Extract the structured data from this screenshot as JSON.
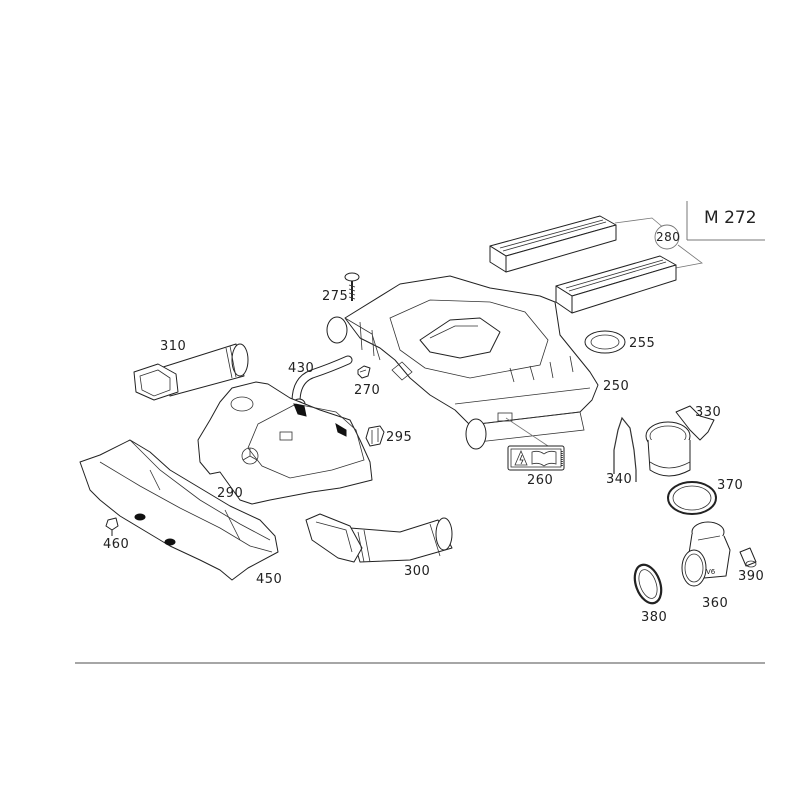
{
  "diagram": {
    "model_code": "M 272",
    "part_labels": {
      "p250": "250",
      "p255": "255",
      "p260": "260",
      "p270": "270",
      "p275": "275",
      "p280": "280",
      "p290": "290",
      "p295": "295",
      "p300": "300",
      "p310": "310",
      "p330": "330",
      "p340": "340",
      "p360": "360",
      "p370": "370",
      "p380": "380",
      "p390": "390",
      "p430": "430",
      "p450": "450",
      "p460": "460"
    },
    "parts": [
      {
        "number": "250",
        "name": "air-filter-housing"
      },
      {
        "number": "255",
        "name": "seal-ring"
      },
      {
        "number": "260",
        "name": "warning-label"
      },
      {
        "number": "270",
        "name": "clip"
      },
      {
        "number": "275",
        "name": "screw"
      },
      {
        "number": "280",
        "name": "air-filter-element",
        "quantity_shown": 2
      },
      {
        "number": "290",
        "name": "engine-cover"
      },
      {
        "number": "295",
        "name": "clip"
      },
      {
        "number": "300",
        "name": "intake-duct"
      },
      {
        "number": "310",
        "name": "intake-duct"
      },
      {
        "number": "330",
        "name": "air-mass-sensor-housing"
      },
      {
        "number": "340",
        "name": "wire"
      },
      {
        "number": "360",
        "name": "intake-adapter"
      },
      {
        "number": "370",
        "name": "seal-ring"
      },
      {
        "number": "380",
        "name": "seal-ring"
      },
      {
        "number": "390",
        "name": "sleeve"
      },
      {
        "number": "430",
        "name": "hose"
      },
      {
        "number": "450",
        "name": "cowl-panel"
      },
      {
        "number": "460",
        "name": "expanding-rivet"
      }
    ]
  }
}
